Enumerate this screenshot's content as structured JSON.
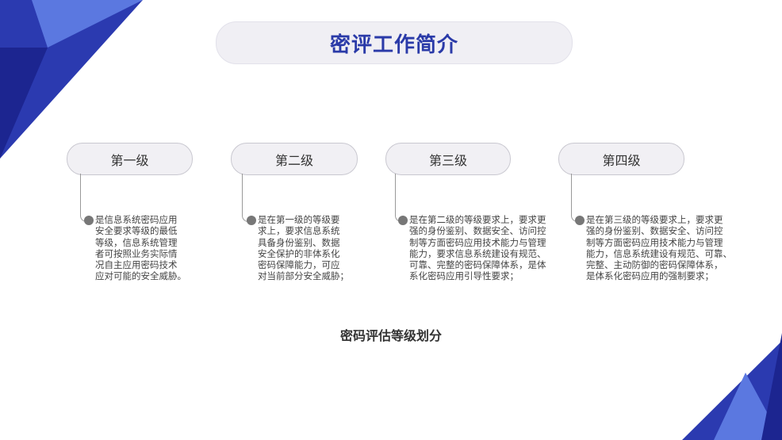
{
  "title": "密评工作简介",
  "levels": [
    {
      "label": "第一级",
      "lines": [
        "是信息系统密码应用",
        "安全要求等级的最低",
        "等级，信息系统管理",
        "者可按照业务实际情",
        "况自主应用密码技术",
        "应对可能的安全威胁。"
      ]
    },
    {
      "label": "第二级",
      "lines": [
        "是在第一级的等级要",
        "求上，要求信息系统",
        "具备身份鉴别、数据",
        "安全保护的非体系化",
        "密码保障能力，可应",
        "对当前部分安全威胁；"
      ]
    },
    {
      "label": "第三级",
      "lines": [
        "是在第二级的等级要求上，要求更",
        "强的身份鉴别、数据安全、访问控",
        "制等方面密码应用技术能力与管理",
        "能力，要求信息系统建设有规范、",
        "可靠、完整的密码保障体系，是体",
        "系化密码应用引导性要求；"
      ]
    },
    {
      "label": "第四级",
      "lines": [
        "是在第三级的等级要求上，要求更",
        "强的身份鉴别、数据安全、访问控",
        "制等方面密码应用技术能力与管理",
        "能力，信息系统建设有规范、可靠、",
        "完整、主动防御的密码保障体系，",
        "是体系化密码应用的强制要求；"
      ]
    }
  ],
  "caption": "密码评估等级划分",
  "colors": {
    "accent": "#2a3aa8",
    "deco_dark": "#1f2a9c",
    "deco_light": "#4a6ad8"
  }
}
